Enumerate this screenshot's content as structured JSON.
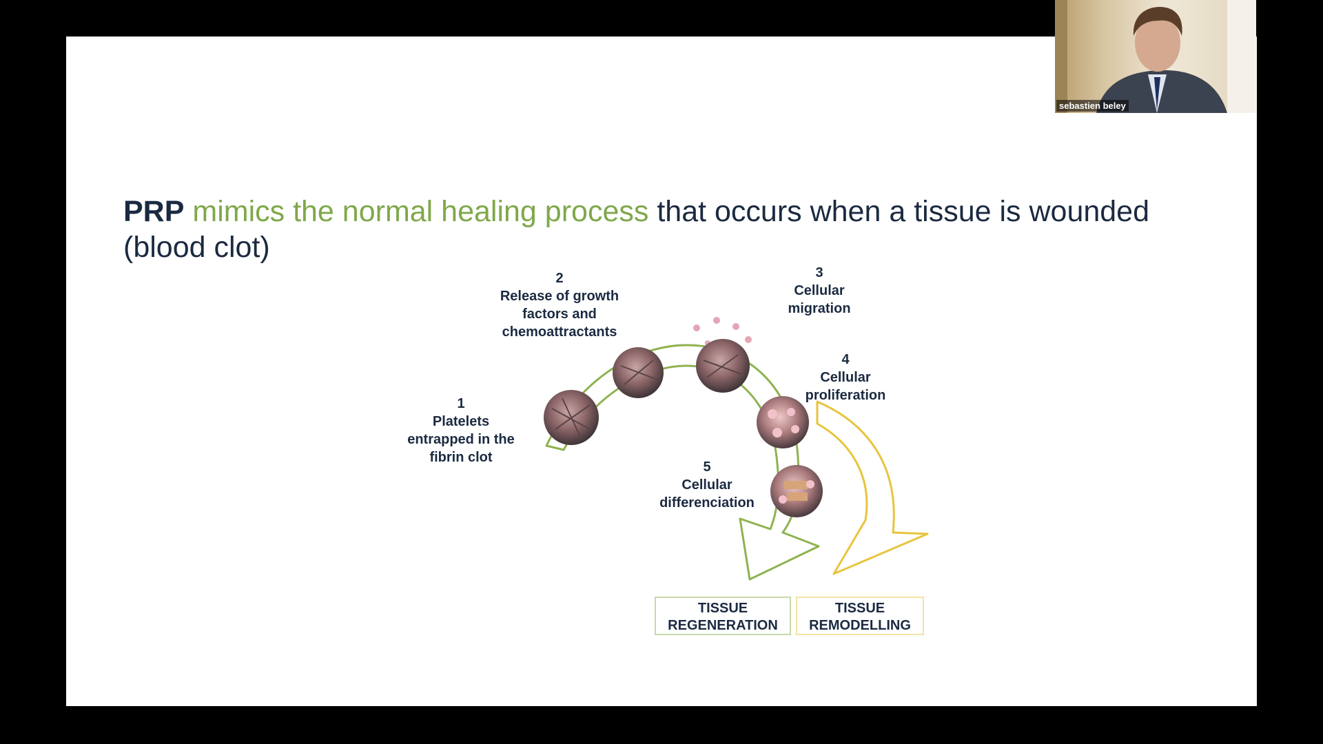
{
  "slide": {
    "title_bold": "PRP",
    "title_green": "mimics the normal healing process",
    "title_rest": "that occurs when a tissue is wounded (blood clot)"
  },
  "steps": [
    {
      "number": "1",
      "lines": [
        "Platelets",
        "entrapped in the",
        "fibrin clot"
      ]
    },
    {
      "number": "2",
      "lines": [
        "Release of growth",
        "factors and",
        "chemoattractants"
      ]
    },
    {
      "number": "3",
      "lines": [
        "Cellular",
        "migration"
      ]
    },
    {
      "number": "4",
      "lines": [
        "Cellular",
        "proliferation"
      ]
    },
    {
      "number": "5",
      "lines": [
        "Cellular",
        "differenciation"
      ]
    }
  ],
  "outcomes": {
    "regeneration": [
      "TISSUE",
      "REGENERATION"
    ],
    "remodelling": [
      "TISSUE",
      "REMODELLING"
    ]
  },
  "webcam": {
    "participant_name": "sebastien beley"
  },
  "colors": {
    "navy": "#1b2a41",
    "green": "#7fa84a",
    "yellow": "#e8c43c",
    "background": "#000000"
  }
}
